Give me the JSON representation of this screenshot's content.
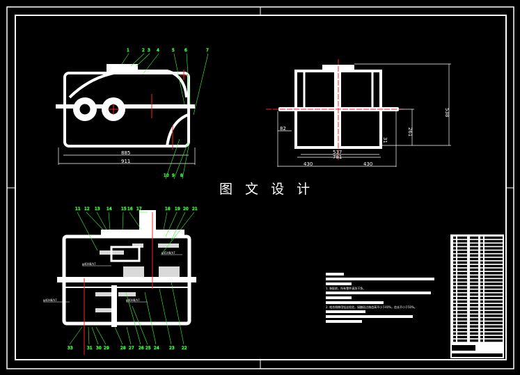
{
  "watermark_title": "图 文 设 计",
  "colors": {
    "background": "#000000",
    "outline": "#ffffff",
    "leaders": "#33ff33",
    "centerlines": "#ff2020"
  },
  "front_view": {
    "part_labels_top": [
      "1",
      "2",
      "3",
      "4",
      "5",
      "6",
      "7"
    ],
    "part_labels_bottom": [
      "10",
      "9",
      "8"
    ],
    "dimensions": [
      "885",
      "911"
    ]
  },
  "side_view": {
    "dimensions": {
      "height_total": "538",
      "height_axis": "261",
      "left_offset": "82",
      "base": "31",
      "inner_width": "537",
      "outer_width": "781",
      "half_left": "430",
      "half_right": "430"
    }
  },
  "plan_view": {
    "part_labels_top": [
      "11",
      "12",
      "13",
      "14",
      "15",
      "16",
      "17",
      "18",
      "19",
      "20",
      "21"
    ],
    "part_labels_bottom": [
      "33",
      "31",
      "30",
      "29",
      "28",
      "27",
      "26",
      "25",
      "24",
      "23",
      "22"
    ],
    "fit_labels": [
      "φ40H8/h7",
      "φ45H8/h7",
      "φ40H8/h7",
      "φ40H8/h7"
    ]
  },
  "technical_requirements": {
    "lines": [
      "1. 装配前，所有零件清洗干净。",
      "2. 啮合侧隙用铅丝检验，接触斑点按齿高不小于40%，齿长不小于50%。"
    ]
  },
  "title_block": {
    "rows": 30
  }
}
